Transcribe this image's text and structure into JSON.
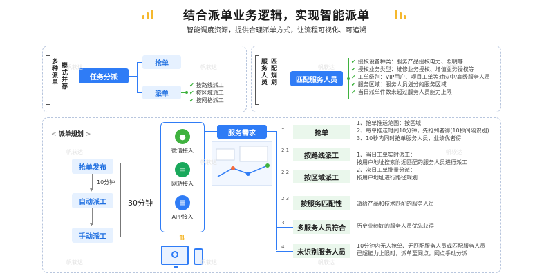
{
  "header": {
    "title": "结合派单业务逻辑，实现智能派单",
    "subtitle": "智能调度资源，提供合理派单方式，让流程可视化、可追溯"
  },
  "panel_left": {
    "side_label_1": "多种派单",
    "side_label_2": "模式并存",
    "center": "任务分派",
    "grab": "抢单",
    "dispatch": "派单",
    "dispatch_options": [
      "按路线派工",
      "按区域派工",
      "按网格派工"
    ]
  },
  "panel_right": {
    "side_label_1": "服务人员",
    "side_label_2": "匹配规划",
    "center": "匹配服务人员",
    "items": [
      "授权设备种类：服务产品授权电力、照明等",
      "授权业务类型：维修业务授权、增值业务授权等",
      "工单级别：VIP用户、项目工单等对应中/高级服务人员",
      "服务区域：服务人员划分的服务区域",
      "当日派单件数未超过服务人员能力上限"
    ]
  },
  "rules": {
    "heading": "派单规划",
    "step1": "抢单发布",
    "interval": "10分钟",
    "step2": "自动派工",
    "step3": "手动派工",
    "total": "30分钟"
  },
  "channels": {
    "wechat": "微信接入",
    "web": "网站接入",
    "app": "APP接入"
  },
  "service_demand": "服务需求",
  "flow": [
    {
      "num": "1",
      "label": "抢单",
      "desc": [
        "1、抢单推送范围：按区域",
        "2、每单推送时间10分钟，先抢到者得(10秒间隔识别)",
        "3、10秒内同时抢单服务人员，业绩优者得"
      ]
    },
    {
      "num": "2.1",
      "label": "按路线派工",
      "desc": [
        "1、当日工单实时派工：",
        "按用户地址搜索附近匹配的服务人员进行派工",
        "2、次日工单批量分派：",
        "按用户地址进行路径规划"
      ]
    },
    {
      "num": "2.2",
      "label": "按区域派工",
      "desc": []
    },
    {
      "num": "2.3",
      "label": "按服务匹配性",
      "desc": [
        "派给产品和技术匹配的服务人员"
      ]
    },
    {
      "num": "3",
      "label": "多服务人员符合",
      "desc": [
        "历史业绩好的服务人员优先获得"
      ]
    },
    {
      "num": "4",
      "label": "未识别服务人员",
      "desc": [
        "10分钟内无人抢单、无匹配服务人员或匹配服务人员",
        "已超能力上限时，派单至网点，网点手动分派"
      ]
    }
  ],
  "watermark": "帆软达",
  "colors": {
    "accent": "#2f7cf6",
    "green": "#3fb23f",
    "yellow": "#f5b82e"
  }
}
